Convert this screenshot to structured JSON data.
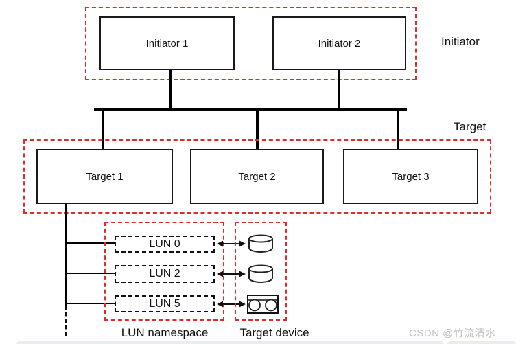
{
  "groups": {
    "initiator_label": "Initiator",
    "target_label": "Target"
  },
  "initiators": [
    {
      "label": "Initiator 1"
    },
    {
      "label": "Initiator 2"
    }
  ],
  "targets": [
    {
      "label": "Target 1"
    },
    {
      "label": "Target 2"
    },
    {
      "label": "Target 3"
    }
  ],
  "luns": [
    {
      "label": "LUN 0",
      "device": "disk"
    },
    {
      "label": "LUN 2",
      "device": "disk"
    },
    {
      "label": "LUN 5",
      "device": "tape"
    }
  ],
  "captions": {
    "lun_namespace": "LUN namespace",
    "target_device": "Target device"
  },
  "watermark": {
    "text": "CSDN @竹流清水",
    "color": "#c6c0c0"
  },
  "colors": {
    "group_border": "#e02b2b",
    "line": "#000000",
    "text": "#111111",
    "bottom_strip": "#e9eded"
  }
}
